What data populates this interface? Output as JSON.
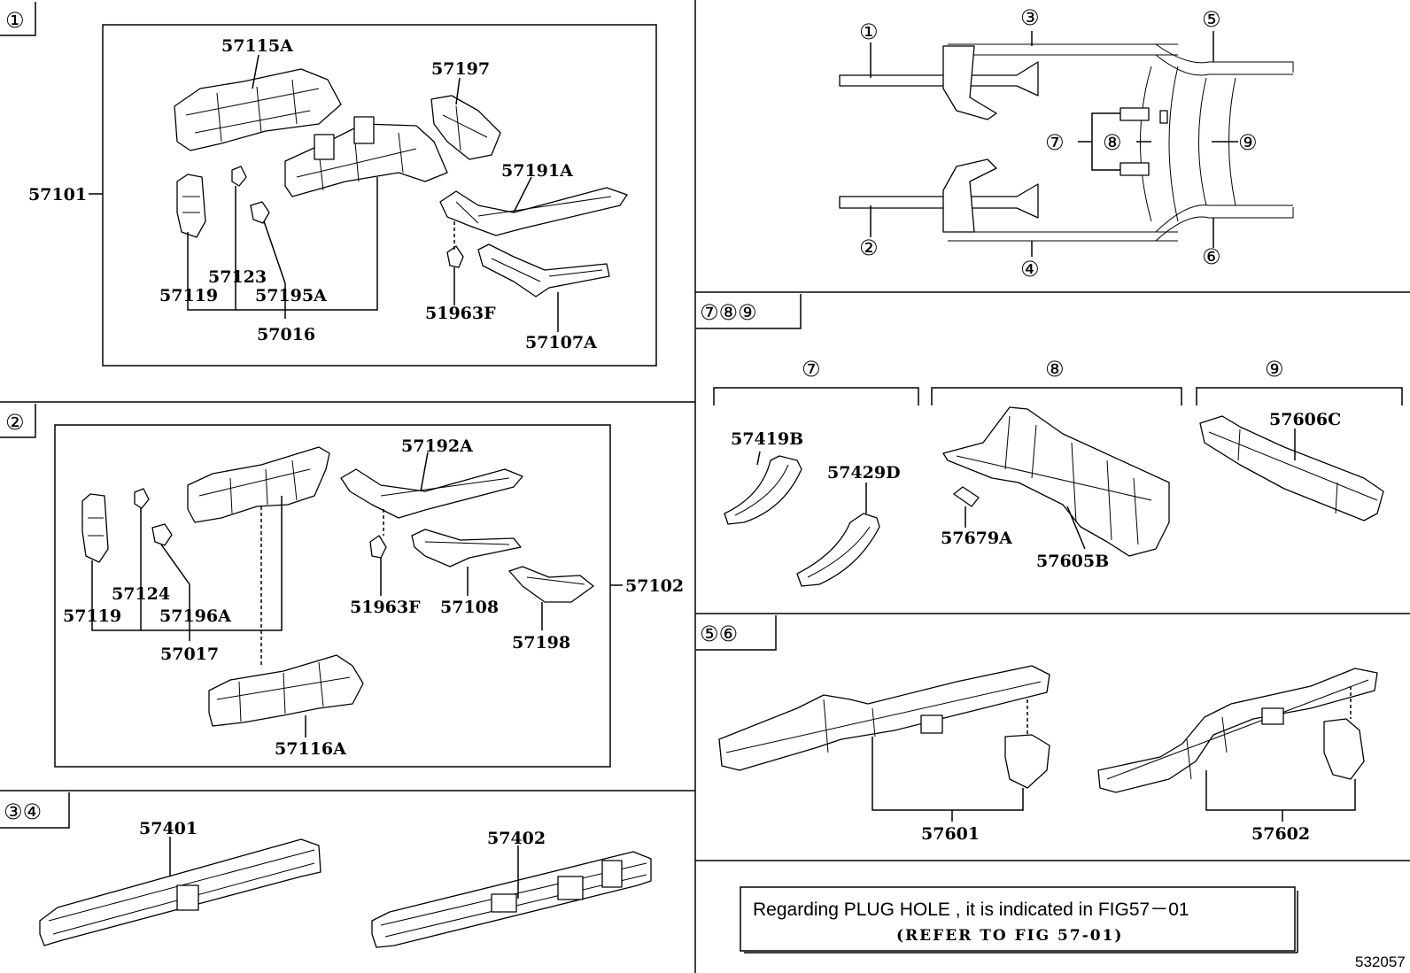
{
  "section_tags": {
    "s1": "①",
    "s2": "②",
    "s34": "③④",
    "s789": "⑦⑧⑨",
    "s56": "⑤⑥"
  },
  "section1": {
    "assembly": "57101",
    "labels": [
      "57115A",
      "57197",
      "57191A",
      "57123",
      "57119",
      "57195A",
      "57016",
      "51963F",
      "57107A"
    ]
  },
  "section2": {
    "assembly": "57102",
    "labels": [
      "57192A",
      "57124",
      "57119",
      "57196A",
      "57017",
      "51963F",
      "57108",
      "57198",
      "57116A"
    ]
  },
  "section34": {
    "labels": [
      "57401",
      "57402"
    ]
  },
  "section789": {
    "group_tags": [
      "⑦",
      "⑧",
      "⑨"
    ],
    "labels": [
      "57419B",
      "57429D",
      "57679A",
      "57605B",
      "57606C"
    ]
  },
  "section56": {
    "labels": [
      "57601",
      "57602"
    ]
  },
  "overview": {
    "callouts": [
      "①",
      "②",
      "③",
      "④",
      "⑤",
      "⑥",
      "⑦",
      "⑧",
      "⑨"
    ]
  },
  "note": {
    "line1": "Regarding PLUG HOLE , it is indicated in FIG57－01",
    "line2": "(REFER TO FIG 57-01)"
  },
  "figure_ref": "532057"
}
